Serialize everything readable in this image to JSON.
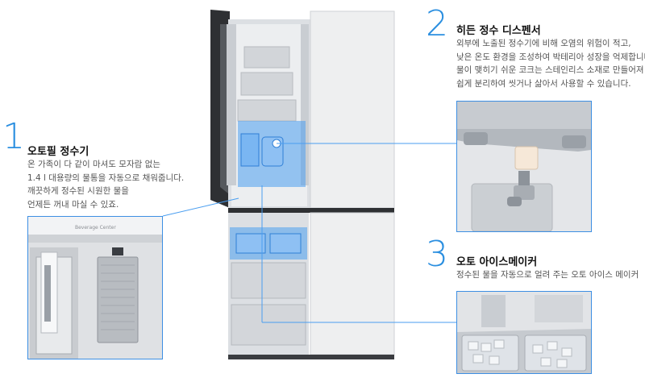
{
  "features": [
    {
      "number": "1",
      "title": "오토필 정수기",
      "lines": [
        "온 가족이 다 같이 마셔도 모자람 없는",
        "1.4 l 대용량의 물통을 자동으로 채워줍니다.",
        "깨끗하게 정수된 시원한 물을",
        "언제든 꺼내 마실 수 있죠."
      ],
      "photo_label": "Beverage Center"
    },
    {
      "number": "2",
      "title": "히든 정수 디스펜서",
      "lines": [
        "외부에 노출된 정수기에 비해 오염의 위험이 적고,",
        "낮은 온도 환경을 조성하여 박테리아 성장을 억제합니다.",
        "물이 맺히기 쉬운 코크는 스테인리스 소재로 만들어져",
        "쉽게 분리하여 씻거나 삶아서 사용할 수 있습니다."
      ]
    },
    {
      "number": "3",
      "title": "오토 아이스메이커",
      "lines": [
        "정수된  물을 자동으로 얼려 주는 오토 아이스 메이커"
      ]
    }
  ],
  "colors": {
    "accent": "#2b8fe0",
    "highlight": "#4a9ef0",
    "fridge_panel": "#ecedee"
  }
}
